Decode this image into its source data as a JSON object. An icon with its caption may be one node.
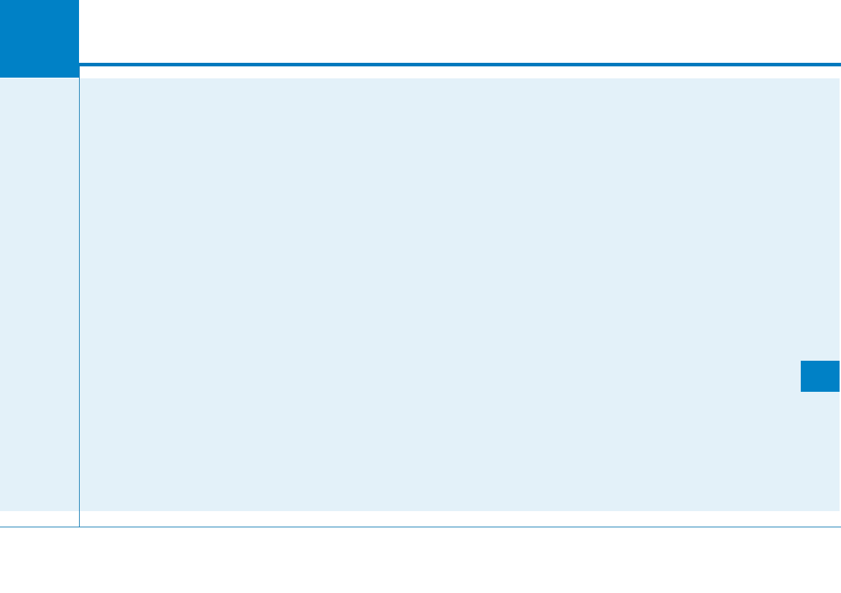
{
  "diagram": {
    "nodes": [
      {
        "text": [],
        "shape": "box"
      },
      {
        "text": [],
        "shape": "box"
      },
      {
        "text": [],
        "shape": "box",
        "in": 1
      }
    ]
  }
}
